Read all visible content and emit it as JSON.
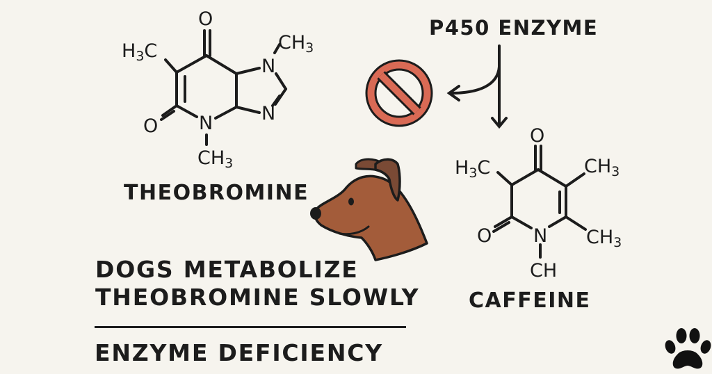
{
  "colors": {
    "background": "#f6f4ee",
    "ink": "#1c1c1c",
    "prohibition_red": "#d96a55",
    "dog_brown": "#a35c3a",
    "dog_ear_dark": "#7a4a35"
  },
  "theobromine": {
    "name": "THEOBROMINE",
    "atoms": {
      "o_top": "O",
      "h3c_left": "H",
      "h3c_left_sub": "3",
      "h3c_left_c": "C",
      "n_methyl_top": "N",
      "ch3_top_c": "CH",
      "ch3_top_sub": "3",
      "o_left": "O",
      "n_bottom": "N",
      "n_right": "N",
      "ch3_bottom_c": "CH",
      "ch3_bottom_sub": "3"
    }
  },
  "enzyme": {
    "label": "P450 ENZYME",
    "blocked_icon": "prohibition-sign-icon"
  },
  "caffeine": {
    "name": "CAFFEINE",
    "atoms": {
      "o_top": "O",
      "h3c_left": "H",
      "h3c_left_sub": "3",
      "h3c_left_c": "C",
      "ch3_right_top_c": "CH",
      "ch3_right_top_sub": "3",
      "o_left": "O",
      "n_bottom": "N",
      "ch3_right_bottom_c": "CH",
      "ch3_right_bottom_sub": "3",
      "ch_bottom": "CH"
    }
  },
  "headline": {
    "line1": "DOGS METABOLIZE",
    "line2": "THEOBROMINE SLOWLY"
  },
  "subheadline": "ENZYME DEFICIENCY",
  "icons": {
    "dog": "dog-head-icon",
    "paw": "paw-print-icon"
  }
}
